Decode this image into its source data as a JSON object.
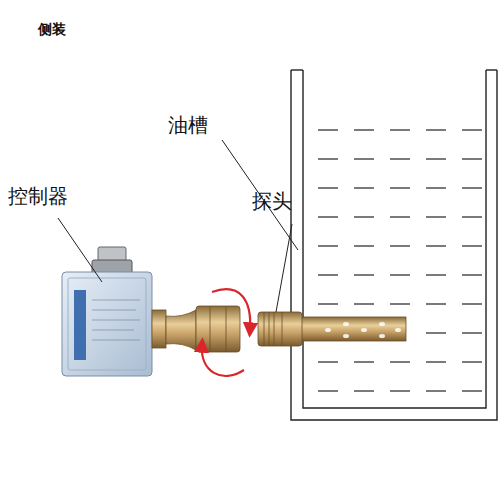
{
  "diagram": {
    "title": "侧装",
    "labels": [
      "油槽",
      "控制器",
      "探头"
    ]
  }
}
